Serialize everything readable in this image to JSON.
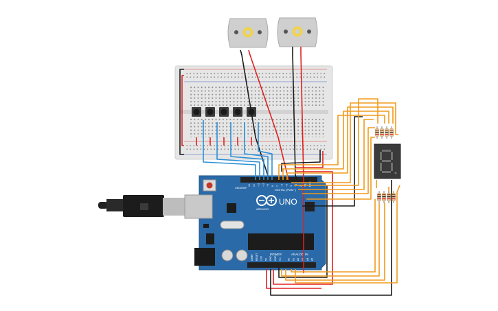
{
  "arduino": {
    "model_label": "UNO",
    "brand_label": "ARDUINO",
    "digital_label": "DIGITAL (PWM~)",
    "power_label": "POWER",
    "analog_label": "ANALOG IN",
    "aref_label": "AREF",
    "gnd_label": "GND",
    "digital_pins": [
      "13",
      "12",
      "~11",
      "~10",
      "~9",
      "8",
      "7",
      "~6",
      "~5",
      "4",
      "~3",
      "2",
      "TX 1",
      "RX 0"
    ],
    "power_pins": [
      "IOREF",
      "RESET",
      "3.3V",
      "5V",
      "GND",
      "GND",
      "Vin"
    ],
    "analog_pins": [
      "A0",
      "A1",
      "A2",
      "A3",
      "A4",
      "A5"
    ]
  },
  "display": {
    "digit": "8"
  },
  "components": {
    "motors": 2,
    "pushbuttons": 5,
    "resistors": 8,
    "seven_segment_displays": 1
  },
  "colors": {
    "board": "#2b6aa8",
    "wire_black": "#1a1a1a",
    "wire_red": "#e02020",
    "wire_blue": "#2a8fd6",
    "wire_orange": "#f09a1c",
    "motor_shaft": "#f1d34a"
  }
}
